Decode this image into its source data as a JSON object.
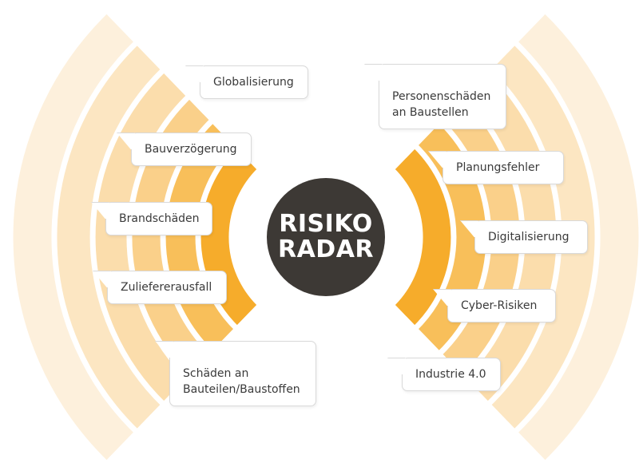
{
  "center": {
    "line1": "RISIKO",
    "line2": "RADAR"
  },
  "colors": {
    "hub": "#3d3935",
    "ring_inner": "#f6ac2b",
    "ring_2": "#f8bf5a",
    "ring_3": "#fad08a",
    "ring_4": "#fbddac",
    "ring_5": "#fce6c2",
    "ring_outer": "#fdf0dc"
  },
  "left_labels": [
    {
      "text": "Globalisierung"
    },
    {
      "text": "Bauverzögerung"
    },
    {
      "text": "Brandschäden"
    },
    {
      "text": "Zuliefererausfall"
    },
    {
      "text": "Schäden an\nBauteilen/Baustoffen"
    }
  ],
  "right_labels": [
    {
      "text": "Personenschäden\nan Baustellen"
    },
    {
      "text": "Planungsfehler"
    },
    {
      "text": "Digitalisierung"
    },
    {
      "text": "Cyber-Risiken"
    },
    {
      "text": "Industrie 4.0"
    }
  ]
}
